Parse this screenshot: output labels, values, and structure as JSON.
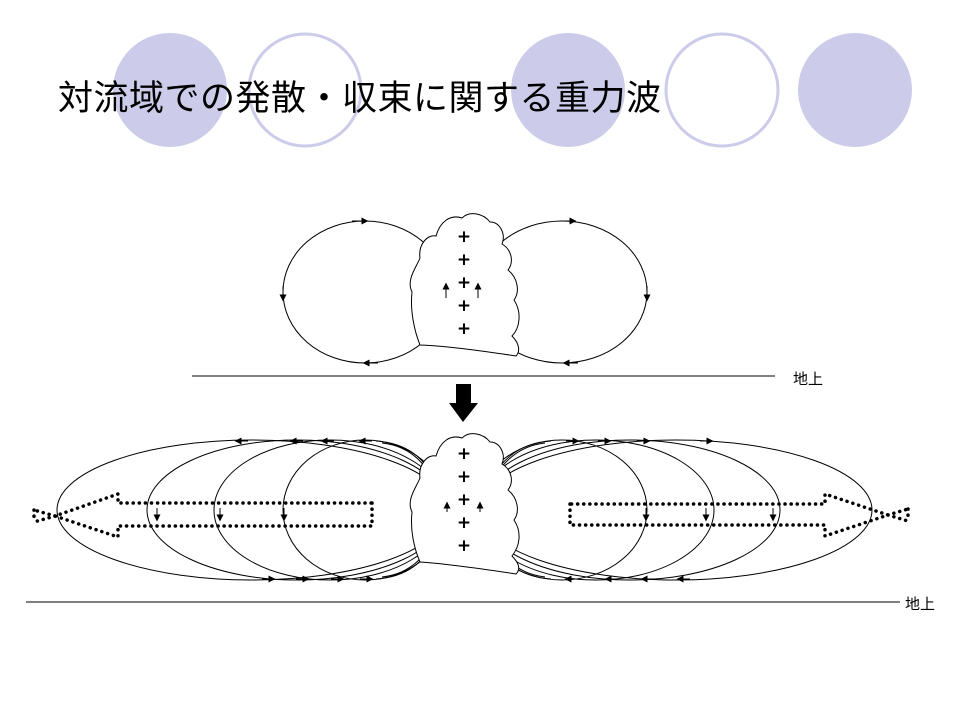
{
  "slide": {
    "title": "対流域での発散・収束に関する重力波",
    "ground_label_top": "地上",
    "ground_label_bottom": "地上",
    "charge_symbol": "+",
    "top_cell_charges": [
      "+",
      "+",
      "+",
      "+",
      "+"
    ],
    "bottom_cell_charges": [
      "+",
      "+",
      "+",
      "+",
      "+"
    ]
  },
  "colors": {
    "circle_filled": "#ccccea",
    "circle_outline": "#ccccea",
    "line": "#000000"
  }
}
